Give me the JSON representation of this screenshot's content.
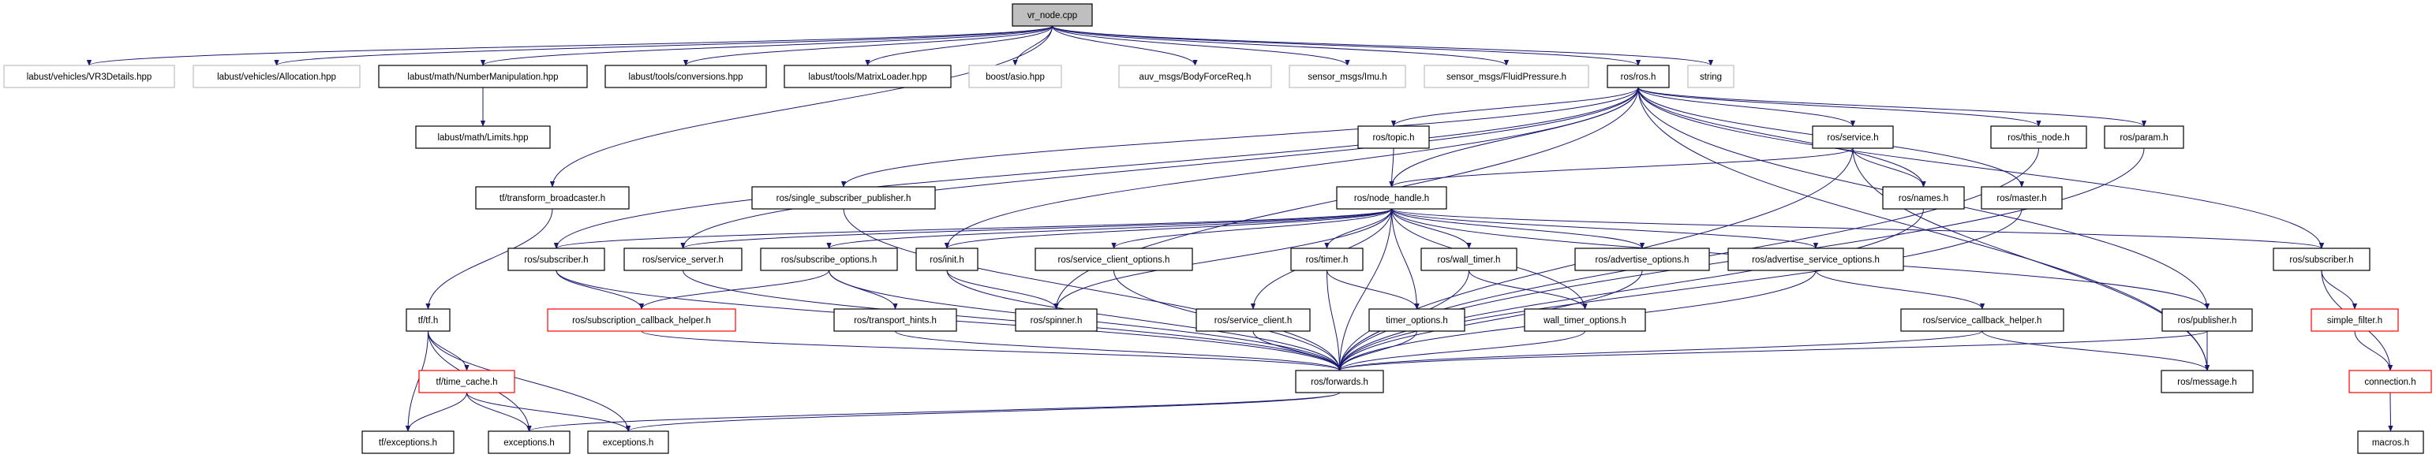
{
  "graph": {
    "colors": {
      "edge": "#191970",
      "root_fill": "#bfbfbf",
      "undocumented_border": "#bfbfbf",
      "truncated_border": "#ff0000",
      "normal_border": "#000000"
    },
    "nodes": [
      {
        "id": "vr_node",
        "label": "vr_node.cpp",
        "style": "root"
      },
      {
        "id": "vr3details",
        "label": "labust/vehicles/VR3Details.hpp",
        "style": "undoc"
      },
      {
        "id": "allocation",
        "label": "labust/vehicles/Allocation.hpp",
        "style": "undoc"
      },
      {
        "id": "numbermanip",
        "label": "labust/math/NumberManipulation.hpp",
        "style": "normal"
      },
      {
        "id": "conversions",
        "label": "labust/tools/conversions.hpp",
        "style": "normal"
      },
      {
        "id": "matrixloader",
        "label": "labust/tools/MatrixLoader.hpp",
        "style": "normal"
      },
      {
        "id": "asio",
        "label": "boost/asio.hpp",
        "style": "undoc"
      },
      {
        "id": "bodyforce",
        "label": "auv_msgs/BodyForceReq.h",
        "style": "undoc"
      },
      {
        "id": "imu",
        "label": "sensor_msgs/Imu.h",
        "style": "undoc"
      },
      {
        "id": "fluid",
        "label": "sensor_msgs/FluidPressure.h",
        "style": "undoc"
      },
      {
        "id": "ros",
        "label": "ros/ros.h",
        "style": "normal"
      },
      {
        "id": "string",
        "label": "string",
        "style": "undoc"
      },
      {
        "id": "limits",
        "label": "labust/math/Limits.hpp",
        "style": "normal"
      },
      {
        "id": "topic",
        "label": "ros/topic.h",
        "style": "normal"
      },
      {
        "id": "service",
        "label": "ros/service.h",
        "style": "normal"
      },
      {
        "id": "this_node",
        "label": "ros/this_node.h",
        "style": "normal"
      },
      {
        "id": "param",
        "label": "ros/param.h",
        "style": "normal"
      },
      {
        "id": "tfb",
        "label": "tf/transform_broadcaster.h",
        "style": "normal"
      },
      {
        "id": "ssp",
        "label": "ros/single_subscriber_publisher.h",
        "style": "normal"
      },
      {
        "id": "node_handle",
        "label": "ros/node_handle.h",
        "style": "normal"
      },
      {
        "id": "names",
        "label": "ros/names.h",
        "style": "normal"
      },
      {
        "id": "master",
        "label": "ros/master.h",
        "style": "normal"
      },
      {
        "id": "subscriber",
        "label": "ros/subscriber.h",
        "style": "normal"
      },
      {
        "id": "service_server",
        "label": "ros/service_server.h",
        "style": "normal"
      },
      {
        "id": "subscribe_options",
        "label": "ros/subscribe_options.h",
        "style": "normal"
      },
      {
        "id": "init",
        "label": "ros/init.h",
        "style": "normal"
      },
      {
        "id": "sco",
        "label": "ros/service_client_options.h",
        "style": "normal"
      },
      {
        "id": "timer",
        "label": "ros/timer.h",
        "style": "normal"
      },
      {
        "id": "wall_timer",
        "label": "ros/wall_timer.h",
        "style": "normal"
      },
      {
        "id": "adv_opts",
        "label": "ros/advertise_options.h",
        "style": "normal"
      },
      {
        "id": "adv_srv_opts",
        "label": "ros/advertise_service_options.h",
        "style": "normal"
      },
      {
        "id": "subscriber2",
        "label": "ros/subscriber.h",
        "style": "normal"
      },
      {
        "id": "tf",
        "label": "tf/tf.h",
        "style": "normal"
      },
      {
        "id": "sub_cb_helper",
        "label": "ros/subscription_callback_helper.h",
        "style": "trunc"
      },
      {
        "id": "transport_hints",
        "label": "ros/transport_hints.h",
        "style": "normal"
      },
      {
        "id": "spinner",
        "label": "ros/spinner.h",
        "style": "normal"
      },
      {
        "id": "service_client",
        "label": "ros/service_client.h",
        "style": "normal"
      },
      {
        "id": "timer_options",
        "label": "timer_options.h",
        "style": "normal"
      },
      {
        "id": "wall_timer_options",
        "label": "wall_timer_options.h",
        "style": "normal"
      },
      {
        "id": "srv_cb_helper",
        "label": "ros/service_callback_helper.h",
        "style": "normal"
      },
      {
        "id": "publisher",
        "label": "ros/publisher.h",
        "style": "normal"
      },
      {
        "id": "simple_filter",
        "label": "simple_filter.h",
        "style": "trunc"
      },
      {
        "id": "time_cache",
        "label": "tf/time_cache.h",
        "style": "trunc"
      },
      {
        "id": "forwards",
        "label": "ros/forwards.h",
        "style": "normal"
      },
      {
        "id": "message",
        "label": "ros/message.h",
        "style": "normal"
      },
      {
        "id": "connection",
        "label": "connection.h",
        "style": "trunc"
      },
      {
        "id": "tf_exceptions",
        "label": "tf/exceptions.h",
        "style": "normal"
      },
      {
        "id": "exceptions1",
        "label": "exceptions.h",
        "style": "normal"
      },
      {
        "id": "exceptions2",
        "label": "exceptions.h",
        "style": "normal"
      },
      {
        "id": "macros",
        "label": "macros.h",
        "style": "normal"
      }
    ],
    "edges": [
      [
        "vr_node",
        "vr3details"
      ],
      [
        "vr_node",
        "allocation"
      ],
      [
        "vr_node",
        "numbermanip"
      ],
      [
        "vr_node",
        "conversions"
      ],
      [
        "vr_node",
        "matrixloader"
      ],
      [
        "vr_node",
        "asio"
      ],
      [
        "vr_node",
        "bodyforce"
      ],
      [
        "vr_node",
        "imu"
      ],
      [
        "vr_node",
        "fluid"
      ],
      [
        "vr_node",
        "ros"
      ],
      [
        "vr_node",
        "string"
      ],
      [
        "vr_node",
        "tfb"
      ],
      [
        "numbermanip",
        "limits"
      ],
      [
        "tfb",
        "tf"
      ],
      [
        "ros",
        "topic"
      ],
      [
        "ros",
        "node_handle"
      ],
      [
        "ros",
        "service"
      ],
      [
        "ros",
        "this_node"
      ],
      [
        "ros",
        "param"
      ],
      [
        "ros",
        "names"
      ],
      [
        "ros",
        "master"
      ],
      [
        "ros",
        "ssp"
      ],
      [
        "ros",
        "subscriber"
      ],
      [
        "ros",
        "service_server"
      ],
      [
        "ros",
        "init"
      ],
      [
        "ros",
        "spinner"
      ],
      [
        "ros",
        "publisher"
      ],
      [
        "ros",
        "subscriber2"
      ],
      [
        "ros",
        "message"
      ],
      [
        "topic",
        "node_handle"
      ],
      [
        "service",
        "node_handle"
      ],
      [
        "service",
        "names"
      ],
      [
        "service",
        "forwards"
      ],
      [
        "service",
        "message"
      ],
      [
        "this_node",
        "forwards"
      ],
      [
        "param",
        "forwards"
      ],
      [
        "names",
        "forwards"
      ],
      [
        "master",
        "forwards"
      ],
      [
        "ssp",
        "forwards"
      ],
      [
        "node_handle",
        "subscriber"
      ],
      [
        "node_handle",
        "service_server"
      ],
      [
        "node_handle",
        "subscribe_options"
      ],
      [
        "node_handle",
        "init"
      ],
      [
        "node_handle",
        "spinner"
      ],
      [
        "node_handle",
        "sco"
      ],
      [
        "node_handle",
        "timer"
      ],
      [
        "node_handle",
        "timer_options"
      ],
      [
        "node_handle",
        "wall_timer"
      ],
      [
        "node_handle",
        "wall_timer_options"
      ],
      [
        "node_handle",
        "adv_opts"
      ],
      [
        "node_handle",
        "adv_srv_opts"
      ],
      [
        "node_handle",
        "service_client"
      ],
      [
        "node_handle",
        "forwards"
      ],
      [
        "node_handle",
        "publisher"
      ],
      [
        "node_handle",
        "subscriber2"
      ],
      [
        "subscriber",
        "sub_cb_helper"
      ],
      [
        "subscriber",
        "forwards"
      ],
      [
        "service_server",
        "forwards"
      ],
      [
        "subscribe_options",
        "sub_cb_helper"
      ],
      [
        "subscribe_options",
        "transport_hints"
      ],
      [
        "subscribe_options",
        "forwards"
      ],
      [
        "init",
        "spinner"
      ],
      [
        "init",
        "forwards"
      ],
      [
        "sco",
        "forwards"
      ],
      [
        "timer",
        "timer_options"
      ],
      [
        "timer",
        "forwards"
      ],
      [
        "wall_timer",
        "wall_timer_options"
      ],
      [
        "wall_timer",
        "forwards"
      ],
      [
        "adv_opts",
        "forwards"
      ],
      [
        "adv_srv_opts",
        "forwards"
      ],
      [
        "adv_srv_opts",
        "srv_cb_helper"
      ],
      [
        "srv_cb_helper",
        "forwards"
      ],
      [
        "srv_cb_helper",
        "message"
      ],
      [
        "publisher",
        "forwards"
      ],
      [
        "publisher",
        "message"
      ],
      [
        "subscriber2",
        "simple_filter"
      ],
      [
        "subscriber2",
        "connection"
      ],
      [
        "simple_filter",
        "connection"
      ],
      [
        "connection",
        "macros"
      ],
      [
        "sub_cb_helper",
        "forwards"
      ],
      [
        "transport_hints",
        "forwards"
      ],
      [
        "service_client",
        "forwards"
      ],
      [
        "timer_options",
        "forwards"
      ],
      [
        "wall_timer_options",
        "forwards"
      ],
      [
        "tf",
        "tf_exceptions"
      ],
      [
        "tf",
        "time_cache"
      ],
      [
        "tf",
        "exceptions1"
      ],
      [
        "tf",
        "exceptions2"
      ],
      [
        "time_cache",
        "tf_exceptions"
      ],
      [
        "time_cache",
        "exceptions1"
      ],
      [
        "time_cache",
        "exceptions2"
      ],
      [
        "forwards",
        "exceptions1"
      ],
      [
        "forwards",
        "exceptions2"
      ]
    ]
  }
}
